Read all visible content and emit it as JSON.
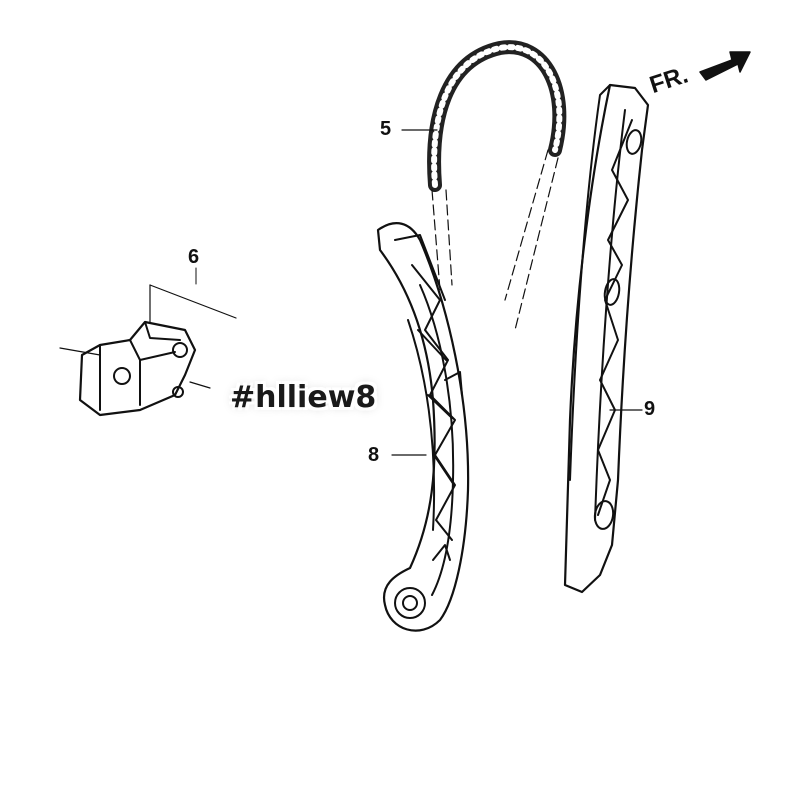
{
  "diagram": {
    "callouts": [
      {
        "id": "5",
        "label": "5"
      },
      {
        "id": "6",
        "label": "6"
      },
      {
        "id": "8",
        "label": "8"
      },
      {
        "id": "9",
        "label": "9"
      }
    ],
    "direction_label": "FR.",
    "watermark": "#hlliew8"
  },
  "colors": {
    "line": "#111111",
    "background": "#ffffff"
  }
}
